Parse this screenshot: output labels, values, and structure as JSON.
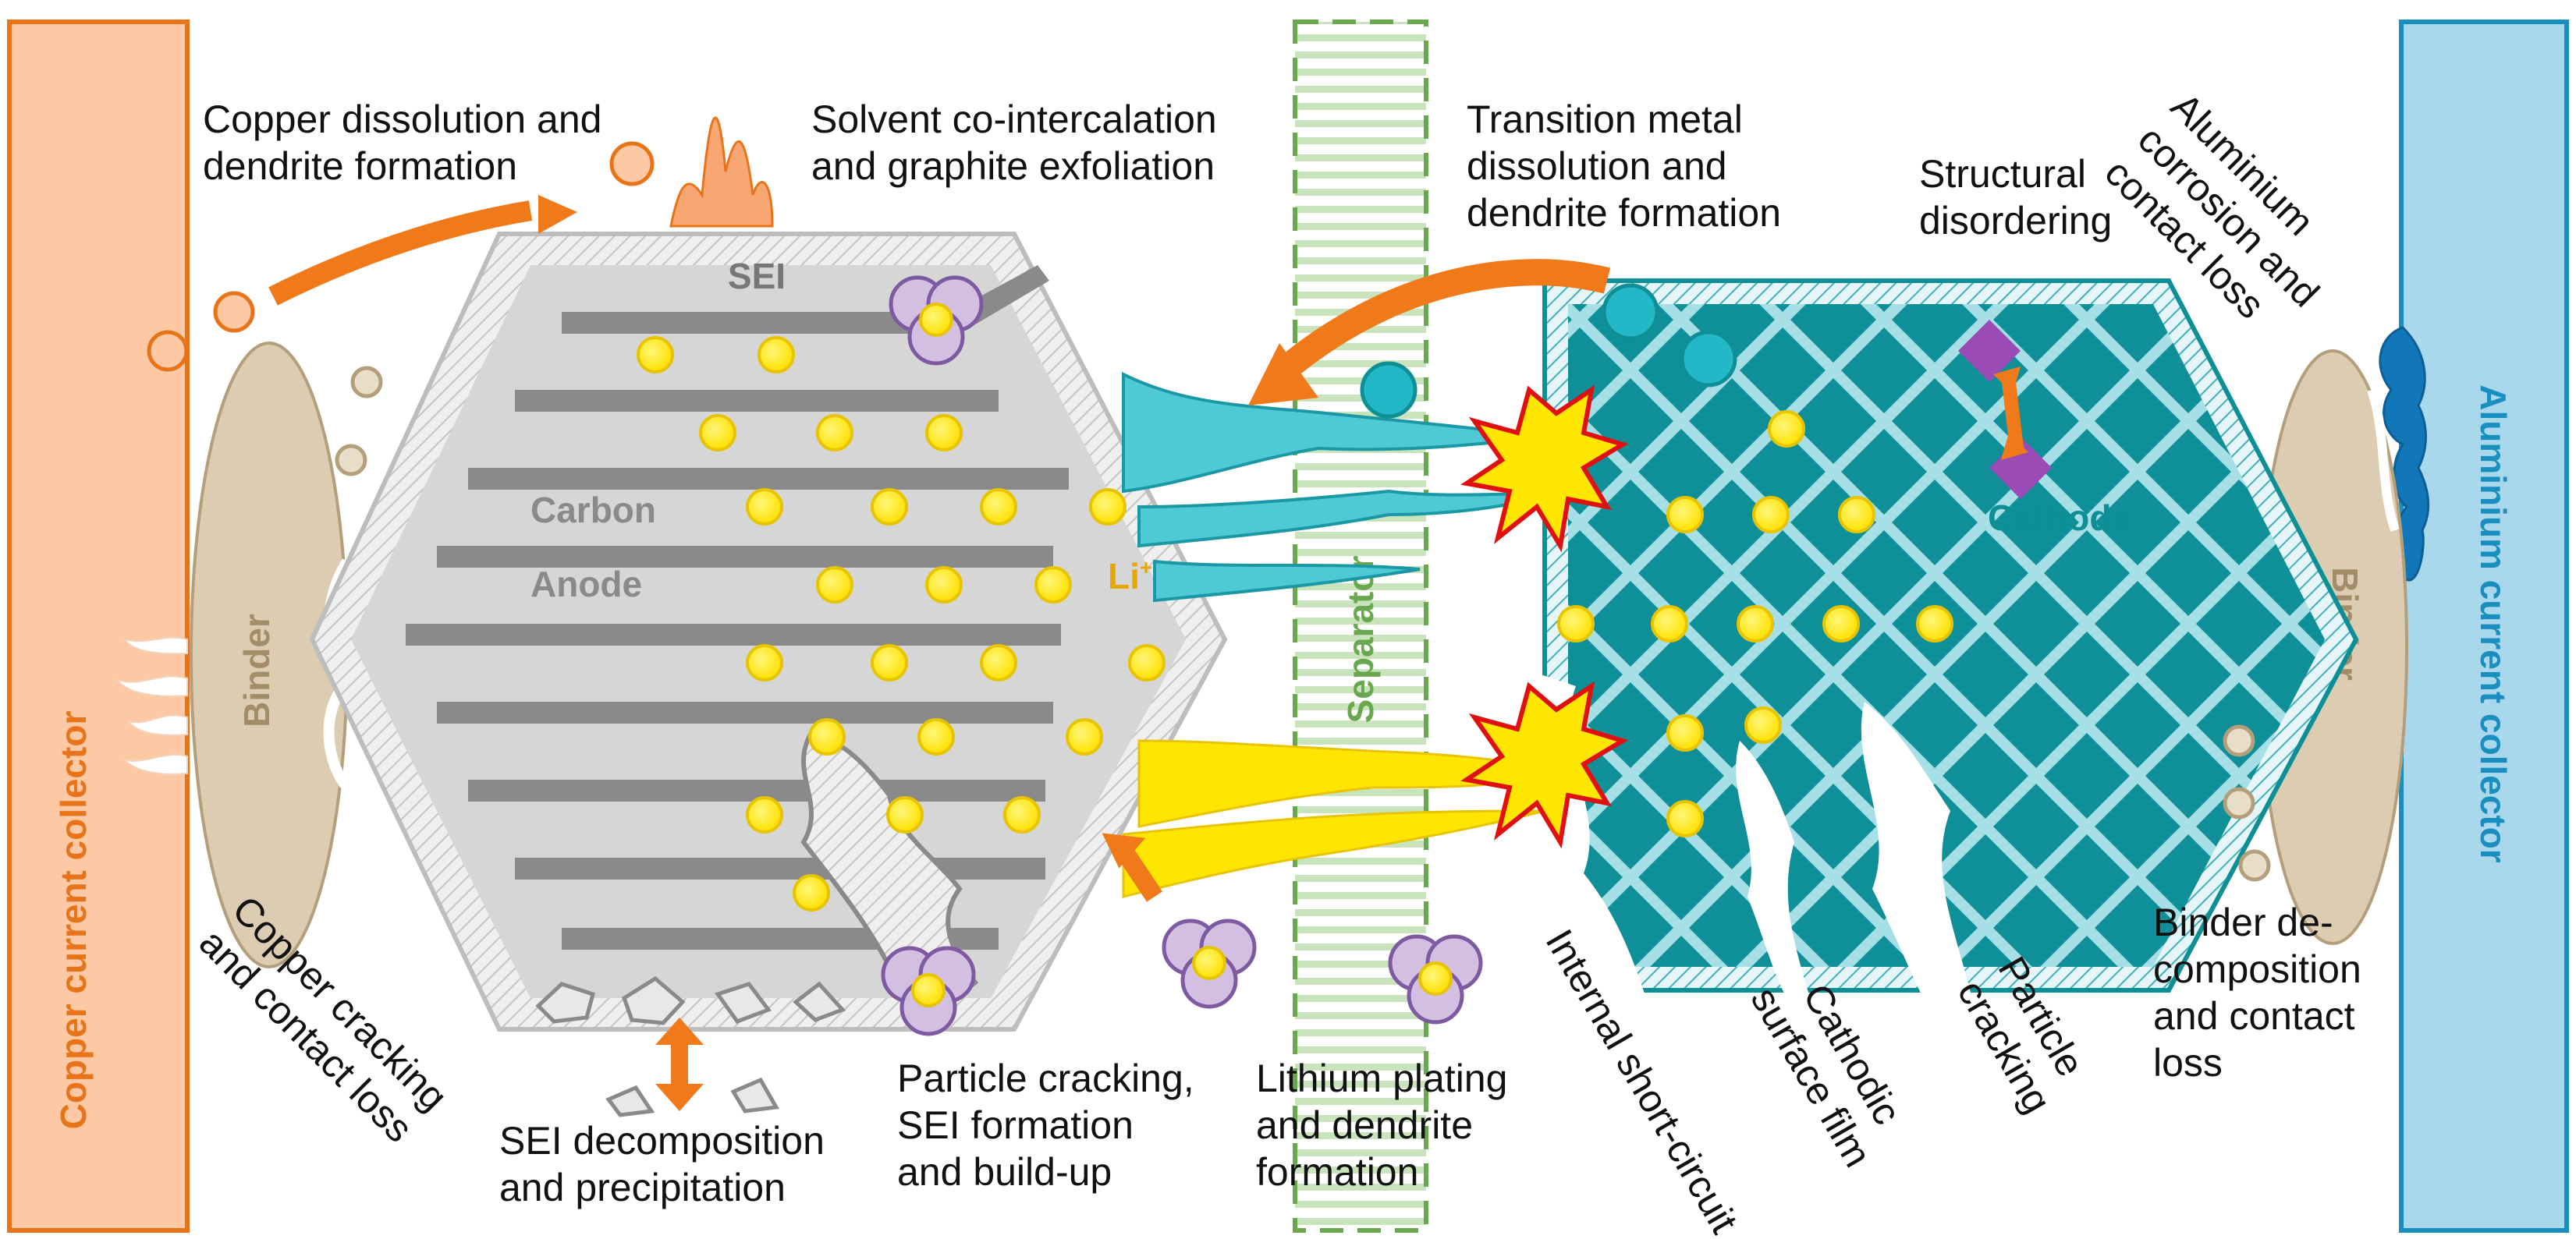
{
  "colors": {
    "copper": "#f07a1a",
    "copper_fill": "#fcc7a0",
    "aluminium": "#1a8fbf",
    "aluminium_fill": "#a9d7ec",
    "separator": "#6aa84f",
    "anode_grey": "#8a8a8a",
    "cathode_teal": "#0e8f96",
    "cathode_light": "#9edbe3",
    "lithium_yellow": "#ffe600",
    "binder_tan": "#d9c9ad",
    "particle_lilac": "#c9b3dc",
    "short_circuit_red": "#e01010"
  },
  "collectors": {
    "copper": "Copper current collector",
    "aluminium": "Aluminium current collector"
  },
  "separator_label": "Separator",
  "anode": {
    "sei": "SEI",
    "carbon": "Carbon",
    "anode": "Anode",
    "li_ion": "Li",
    "li_charge": "+"
  },
  "cathode": {
    "label": "Cathode"
  },
  "binder": {
    "left": "Binder",
    "right": "Binder"
  },
  "annotations": {
    "copper_dissolution": [
      "Copper dissolution and",
      "dendrite formation"
    ],
    "solvent_cointercalation": [
      "Solvent co-intercalation",
      "and graphite exfoliation"
    ],
    "transition_metal": [
      "Transition metal",
      "dissolution and",
      "dendrite formation"
    ],
    "structural_disordering": [
      "Structural",
      "disordering"
    ],
    "aluminium_corrosion": [
      "Aluminium",
      "corrosion and",
      "contact loss"
    ],
    "copper_cracking": [
      "Copper cracking",
      "and contact loss"
    ],
    "sei_decomposition": [
      "SEI decomposition",
      "and precipitation"
    ],
    "particle_cracking_sei": [
      "Particle cracking,",
      "SEI formation",
      "and build-up"
    ],
    "lithium_plating": [
      "Lithium plating",
      "and dendrite",
      "formation"
    ],
    "internal_short": "Internal short-circuit",
    "cathodic_film": [
      "Cathodic",
      "surface film"
    ],
    "particle_cracking": [
      "Particle",
      "cracking"
    ],
    "binder_decomposition": [
      "Binder de-",
      "composition",
      "and contact",
      "loss"
    ]
  }
}
